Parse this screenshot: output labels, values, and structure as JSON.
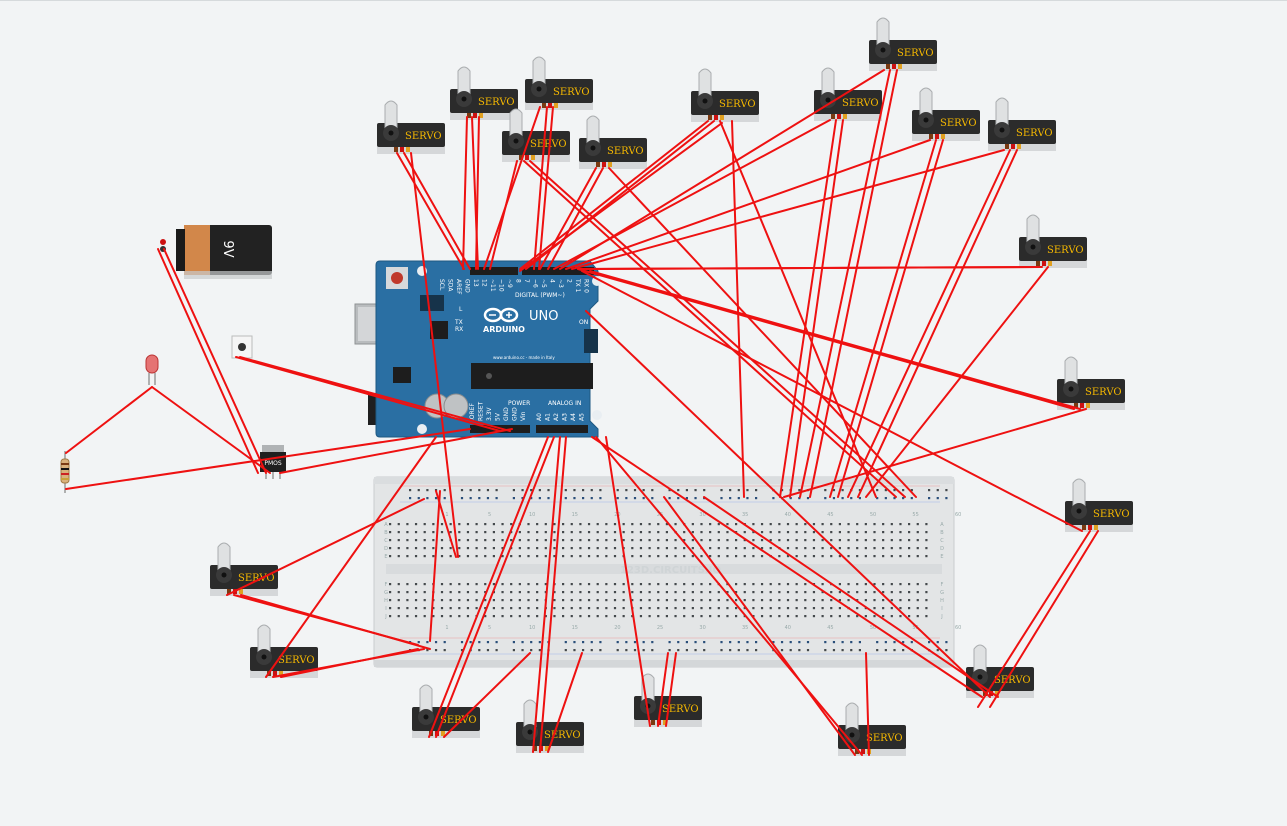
{
  "servo_label": "SERVO",
  "battery": {
    "label": "9V"
  },
  "transistor": {
    "label": "PMOS"
  },
  "arduino": {
    "model": "UNO",
    "brand": "ARDUINO",
    "digital_label": "DIGITAL (PWM~)",
    "power_label": "POWER",
    "analog_label": "ANALOG IN",
    "on_label": "ON",
    "tx_label": "TX",
    "rx_label": "RX",
    "l_label": "L",
    "footer": "www.arduino.cc - made in Italy",
    "digital_pins": [
      "SCL",
      "SDA",
      "AREF",
      "GND",
      "13",
      "12",
      "~11",
      "~10",
      "~9",
      "8",
      "7",
      "~6",
      "~5",
      "4",
      "~3",
      "2",
      "TX 1",
      "RX 0"
    ],
    "power_pins": [
      "IOREF",
      "RESET",
      "3.3V",
      "5V",
      "GND",
      "GND",
      "Vin"
    ],
    "analog_pins": [
      "A0",
      "A1",
      "A2",
      "A3",
      "A4",
      "A5"
    ]
  },
  "breadboard": {
    "brand": "123D.CIRCUITS.IO",
    "column_numbers": [
      "1",
      "5",
      "10",
      "15",
      "20",
      "25",
      "30",
      "35",
      "40",
      "45",
      "50",
      "55",
      "60"
    ],
    "row_letters": [
      "A",
      "B",
      "C",
      "D",
      "E",
      "F",
      "G",
      "H",
      "I",
      "J"
    ]
  },
  "colors": {
    "wire": "#ee1111",
    "board": "#2a6fa3",
    "servo_body": "#2b2b2b",
    "servo_text": "#f5b800",
    "battery": "#d2874a"
  }
}
